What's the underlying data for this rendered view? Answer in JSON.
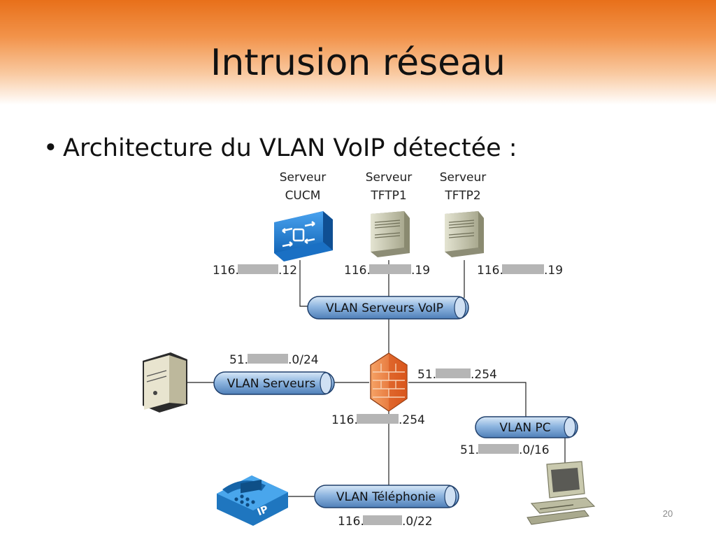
{
  "title": "Intrusion réseau",
  "bullet": "Architecture du VLAN VoIP détectée :",
  "page_number": "20",
  "colors": {
    "header_orange": "#e8701a",
    "vlan_blue": "#7aa7d8",
    "firewall_orange": "#e9722c",
    "server_beige": "#c9c9b0",
    "phone_blue": "#2f8fd6"
  },
  "servers": {
    "cucm": {
      "line1": "Serveur",
      "line2": "CUCM",
      "ip_prefix": "116.",
      "ip_suffix": ".12"
    },
    "tftp1": {
      "line1": "Serveur",
      "line2": "TFTP1",
      "ip_prefix": "116.",
      "ip_suffix": ".19"
    },
    "tftp2": {
      "line1": "Serveur",
      "line2": "TFTP2",
      "ip_prefix": "116.",
      "ip_suffix": ".19"
    }
  },
  "vlans": {
    "voip": "VLAN Serveurs VoIP",
    "servers": "VLAN Serveurs",
    "pc": "VLAN PC",
    "phone": "VLAN Téléphonie"
  },
  "ips": {
    "servers_net": {
      "prefix": "51.",
      "suffix": ".0/24"
    },
    "pc_gateway": {
      "prefix": "51.",
      "suffix": ".254"
    },
    "voip_gateway": {
      "prefix": "116.",
      "suffix": ".254"
    },
    "pc_net": {
      "prefix": "51.",
      "suffix": ".0/16"
    },
    "phone_net": {
      "prefix": "116.",
      "suffix": ".0/22"
    }
  },
  "icons": {
    "cucm": "call-manager-icon",
    "tftp": "server-tower-icon",
    "firewall": "firewall-icon",
    "phone": "ip-phone-icon",
    "pc": "desktop-computer-icon",
    "server": "server-box-icon"
  }
}
